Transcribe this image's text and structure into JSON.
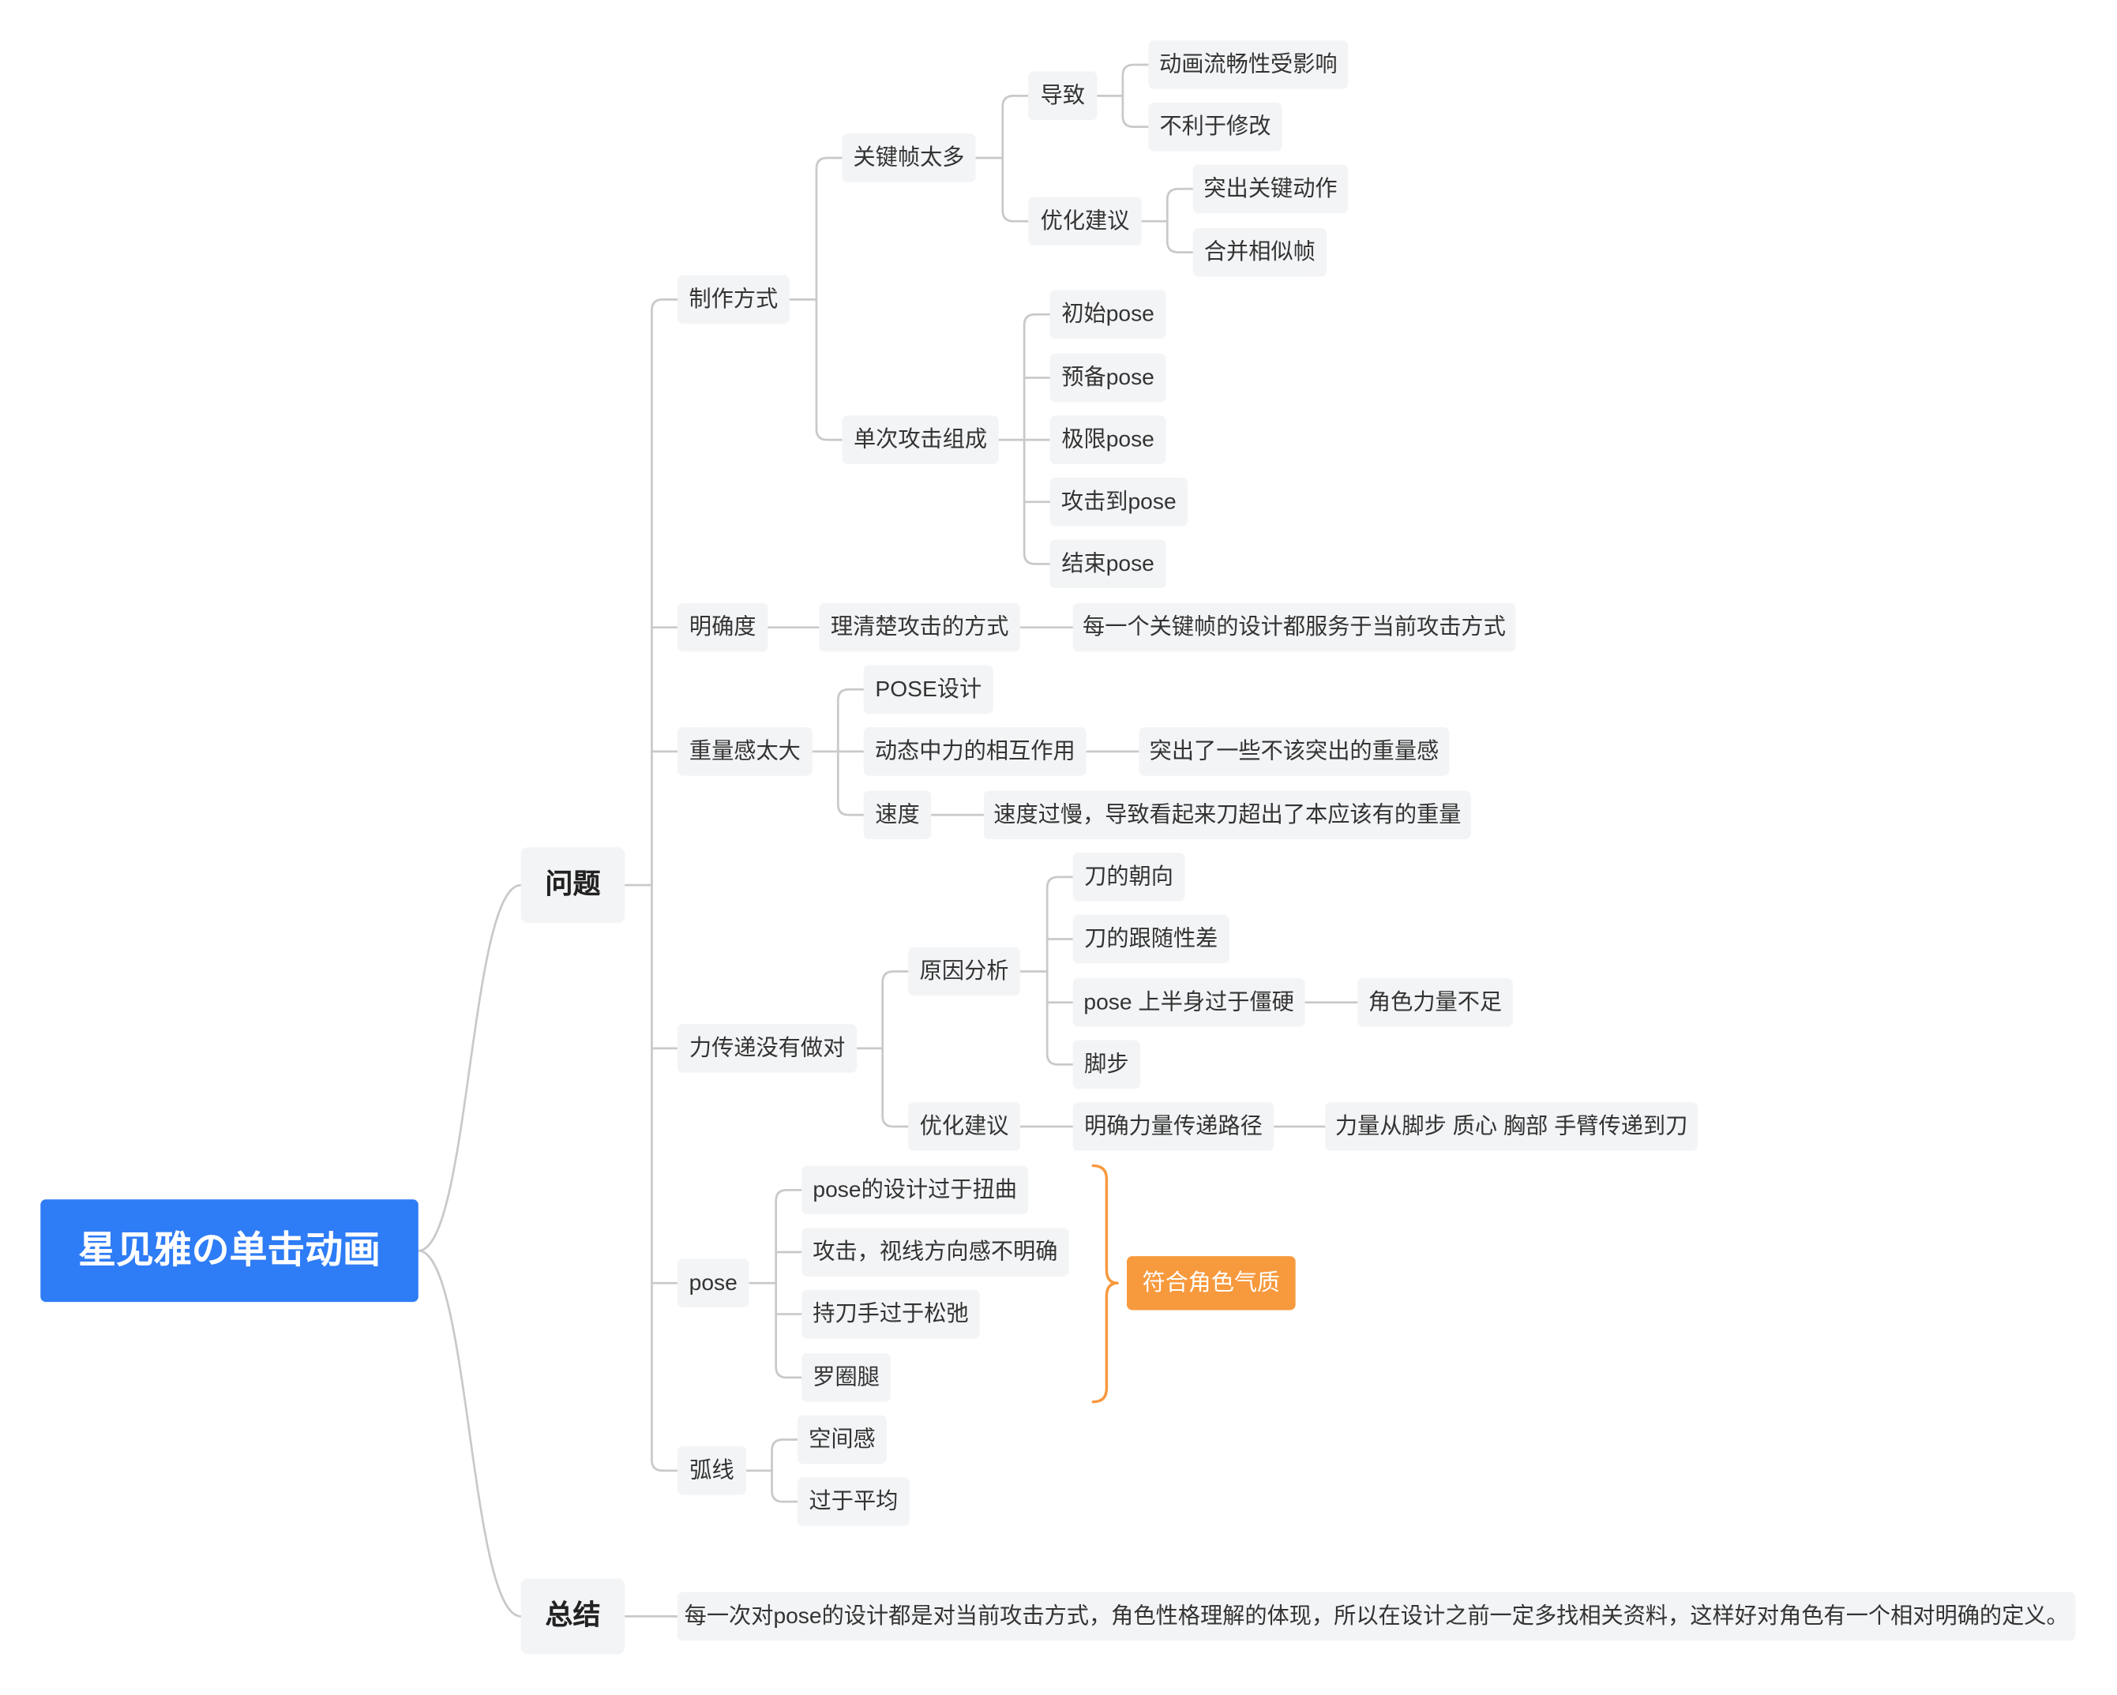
{
  "colors": {
    "root": "#2e7cf6",
    "accent": "#f7993d",
    "node_bg": "#f3f4f6",
    "line": "#c9c9c9"
  },
  "root": {
    "label": "星见雅の单击动画"
  },
  "problems": {
    "label": "问题",
    "production": {
      "label": "制作方式",
      "too_many_keyframes": {
        "label": "关键帧太多",
        "cause": {
          "label": "导致",
          "items": [
            "动画流畅性受影响",
            "不利于修改"
          ]
        },
        "suggestion": {
          "label": "优化建议",
          "items": [
            "突出关键动作",
            "合并相似帧"
          ]
        }
      },
      "single_attack": {
        "label": "单次攻击组成",
        "items": [
          "初始pose",
          "预备pose",
          "极限pose",
          "攻击到pose",
          "结束pose"
        ]
      }
    },
    "clarity": {
      "label": "明确度",
      "child": {
        "label": "理清楚攻击的方式",
        "child": "每一个关键帧的设计都服务于当前攻击方式"
      }
    },
    "weight": {
      "label": "重量感太大",
      "pose_design": "POSE设计",
      "dynamics": {
        "label": "动态中力的相互作用",
        "child": "突出了一些不该突出的重量感"
      },
      "speed": {
        "label": "速度",
        "child": "速度过慢，导致看起来刀超出了本应该有的重量"
      }
    },
    "force": {
      "label": "力传递没有做对",
      "analysis": {
        "label": "原因分析",
        "items": [
          {
            "label": "刀的朝向"
          },
          {
            "label": "刀的跟随性差"
          },
          {
            "label": "pose 上半身过于僵硬",
            "child": "角色力量不足"
          },
          {
            "label": "脚步"
          }
        ]
      },
      "suggestion": {
        "label": "优化建议",
        "child": {
          "label": "明确力量传递路径",
          "child": "力量从脚步 质心 胸部 手臂传递到刀"
        }
      }
    },
    "pose": {
      "label": "pose",
      "items": [
        "pose的设计过于扭曲",
        "攻击，视线方向感不明确",
        "持刀手过于松弛",
        "罗圈腿"
      ],
      "summary_tag": "符合角色气质"
    },
    "arc": {
      "label": "弧线",
      "items": [
        "空间感",
        "过于平均"
      ]
    }
  },
  "summary": {
    "label": "总结",
    "text": "每一次对pose的设计都是对当前攻击方式，角色性格理解的体现，所以在设计之前一定多找相关资料，这样好对角色有一个相对明确的定义。"
  }
}
